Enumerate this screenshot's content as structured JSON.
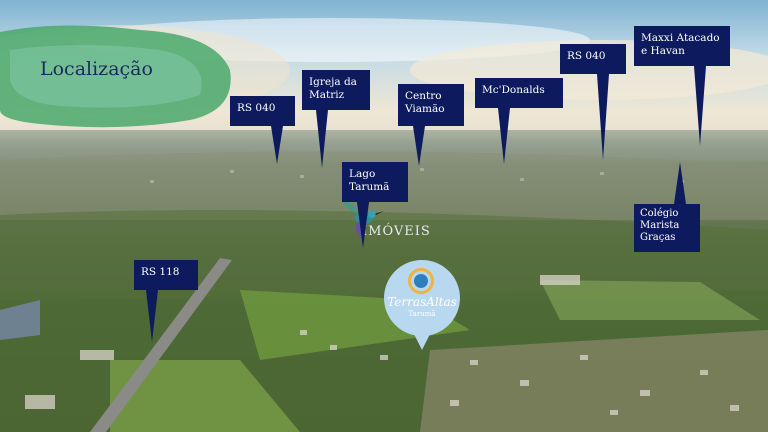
{
  "title": "Localização",
  "markers": [
    {
      "id": "rs040-left",
      "lines": [
        "RS 040"
      ]
    },
    {
      "id": "igreja",
      "lines": [
        "Igreja da",
        "Matriz"
      ]
    },
    {
      "id": "centro",
      "lines": [
        "Centro",
        "Viamão"
      ]
    },
    {
      "id": "mcdonalds",
      "lines": [
        "Mc'Donalds"
      ]
    },
    {
      "id": "rs040-right",
      "lines": [
        "RS 040"
      ]
    },
    {
      "id": "maxxi",
      "lines": [
        "Maxxi Atacado",
        "e Havan"
      ]
    },
    {
      "id": "lago",
      "lines": [
        "Lago",
        "Tarumã"
      ]
    },
    {
      "id": "colegio",
      "lines": [
        "Colégio",
        "Marista",
        "Graças"
      ]
    },
    {
      "id": "rs118",
      "lines": [
        "RS 118"
      ]
    }
  ],
  "logo": {
    "name": "TerrasAltas",
    "sub": "Tarumã"
  },
  "watermark": "IMÓVEIS",
  "colors": {
    "marker": "#0e1a5e",
    "text": "#ffffff",
    "logo_bg": "#b8d8f0",
    "title": "#1a2a5a"
  }
}
